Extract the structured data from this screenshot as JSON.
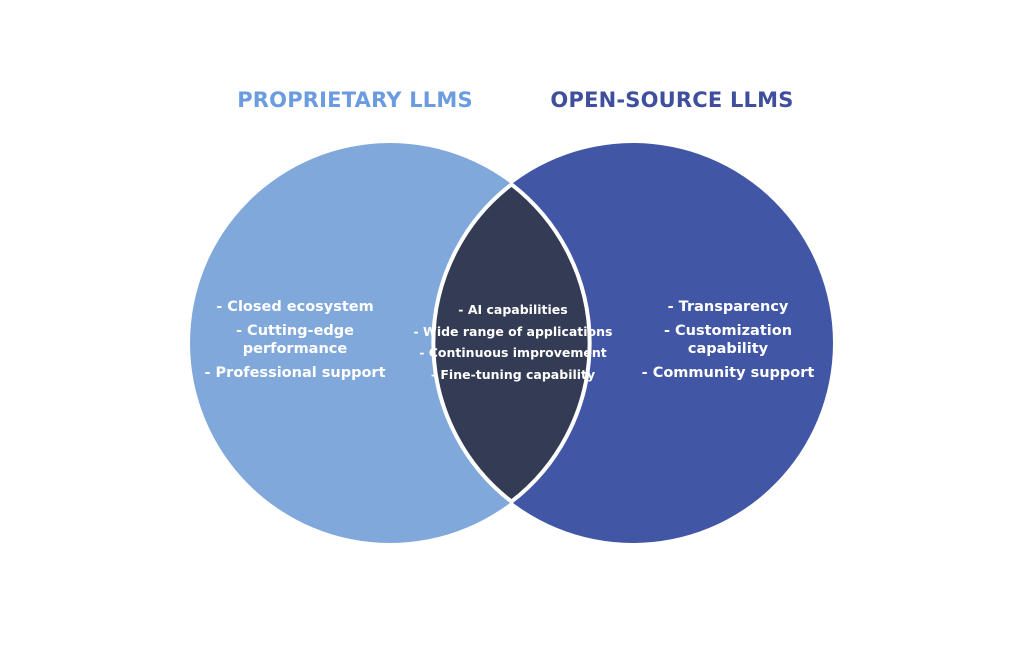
{
  "colors": {
    "left_circle": "#80a8db",
    "right_circle": "#4256a6",
    "overlap": "#343b55",
    "left_title": "#6b9ce0",
    "right_title": "#3f4f9e",
    "outline": "#ffffff"
  },
  "left": {
    "title": "PROPRIETARY LLMS",
    "items": [
      "- Closed ecosystem",
      "- Cutting-edge performance",
      "- Professional support"
    ]
  },
  "right": {
    "title": "OPEN-SOURCE LLMS",
    "items": [
      "- Transparency",
      "- Customization capability",
      "- Community support"
    ]
  },
  "overlap": {
    "items": [
      "- AI capabilities",
      "- Wide range of applications",
      "- Continuous improvement",
      "- Fine-tuning capability"
    ]
  }
}
